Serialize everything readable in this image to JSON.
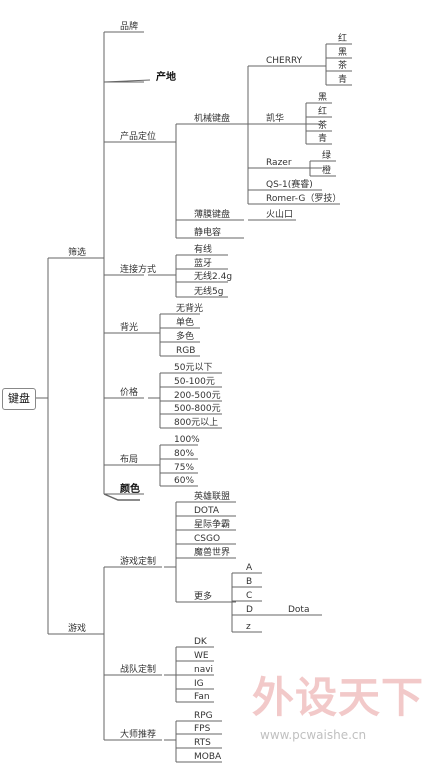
{
  "root": "键盘",
  "groups": {
    "filter": "筛选",
    "game": "游戏"
  },
  "filter": {
    "brand": "品牌",
    "origin": "产地",
    "positioning": "产品定位",
    "mechanical": "机械键盘",
    "cherry": "CHERRY",
    "cherry_colors": [
      "红",
      "黑",
      "茶",
      "青"
    ],
    "kaihua": "凯华",
    "kaihua_colors": [
      "黑",
      "红",
      "茶",
      "青"
    ],
    "razer": "Razer",
    "razer_colors": [
      "绿",
      "橙"
    ],
    "qs1": "QS-1(赛睿)",
    "romerg": "Romer-G（罗技）",
    "membrane": "薄膜键盘",
    "volcano": "火山口",
    "capacitive": "静电容",
    "connection": "连接方式",
    "connection_items": [
      "有线",
      "蓝牙",
      "无线2.4g",
      "无线5g"
    ],
    "backlight": "背光",
    "backlight_items": [
      "无背光",
      "单色",
      "多色",
      "RGB"
    ],
    "price": "价格",
    "price_items": [
      "50元以下",
      "50-100元",
      "200-500元",
      "500-800元",
      "800元以上"
    ],
    "layout": "布局",
    "layout_items": [
      "100%",
      "80%",
      "75%",
      "60%"
    ],
    "color": "颜色"
  },
  "game": {
    "custom": "游戏定制",
    "custom_items": [
      "英雄联盟",
      "DOTA",
      "星际争霸",
      "CSGO",
      "魔兽世界"
    ],
    "more": "更多",
    "more_items": [
      "A",
      "B",
      "C",
      "D",
      "z"
    ],
    "dota": "Dota",
    "team": "战队定制",
    "team_items": [
      "DK",
      "WE",
      "navi",
      "IG",
      "Fan"
    ],
    "master": "大师推荐",
    "master_items": [
      "RPG",
      "FPS",
      "RTS",
      "MOBA"
    ]
  },
  "watermark": {
    "logo": "外设天下",
    "url": "www.pcwaishe.cn"
  },
  "colors": {
    "line": "#666666",
    "text": "#333333",
    "watermark": "#f2c9c9"
  }
}
